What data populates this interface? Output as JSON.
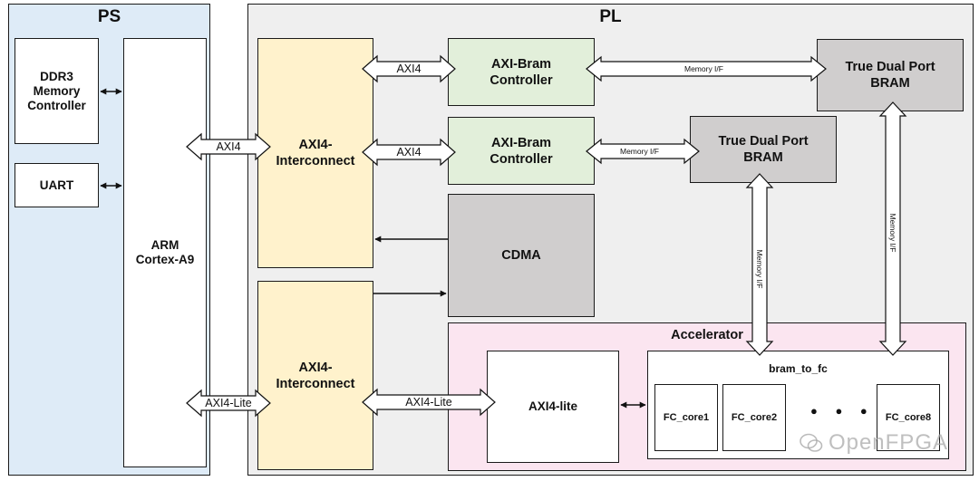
{
  "ps": {
    "title": "PS"
  },
  "pl": {
    "title": "PL"
  },
  "ddr3": {
    "label": "DDR3\nMemory\nController"
  },
  "uart": {
    "label": "UART"
  },
  "arm": {
    "label": "ARM\nCortex-A9"
  },
  "interconnect_top": {
    "label": "AXI4-\nInterconnect"
  },
  "interconnect_bottom": {
    "label": "AXI4-\nInterconnect"
  },
  "bram_ctrl_1": {
    "label": "AXI-Bram\nController"
  },
  "bram_ctrl_2": {
    "label": "AXI-Bram\nController"
  },
  "bram_1": {
    "label": "True Dual Port\nBRAM"
  },
  "bram_2": {
    "label": "True Dual Port\nBRAM"
  },
  "cdma": {
    "label": "CDMA"
  },
  "accelerator": {
    "title": "Accelerator",
    "axi4_lite_block": "AXI4-lite",
    "bram_to_fc": "bram_to_fc",
    "fc_core1": "FC_core1",
    "fc_core2": "FC_core2",
    "fc_core8": "FC_core8",
    "ellipsis": "● ● ●"
  },
  "labels": {
    "axi4_ps": "AXI4",
    "axi4_lite_ps": "AXI4-Lite",
    "axi4_top": "AXI4",
    "axi4_mid": "AXI4",
    "axi4_lite_acc": "AXI4-Lite",
    "memif_top": "Memory I/F",
    "memif_mid": "Memory I/F",
    "memif_v1": "Memory I/F",
    "memif_v2": "Memory I/F"
  },
  "watermark": "OpenFPGA",
  "colors": {
    "ps_fill": "#deebf7",
    "pl_fill": "#efefef",
    "interconnect_fill": "#fff2cc",
    "bram_ctrl_fill": "#e2efda",
    "bram_fill": "#d0cece",
    "cdma_fill": "#d0cece",
    "accelerator_fill": "#fbe5f0"
  }
}
